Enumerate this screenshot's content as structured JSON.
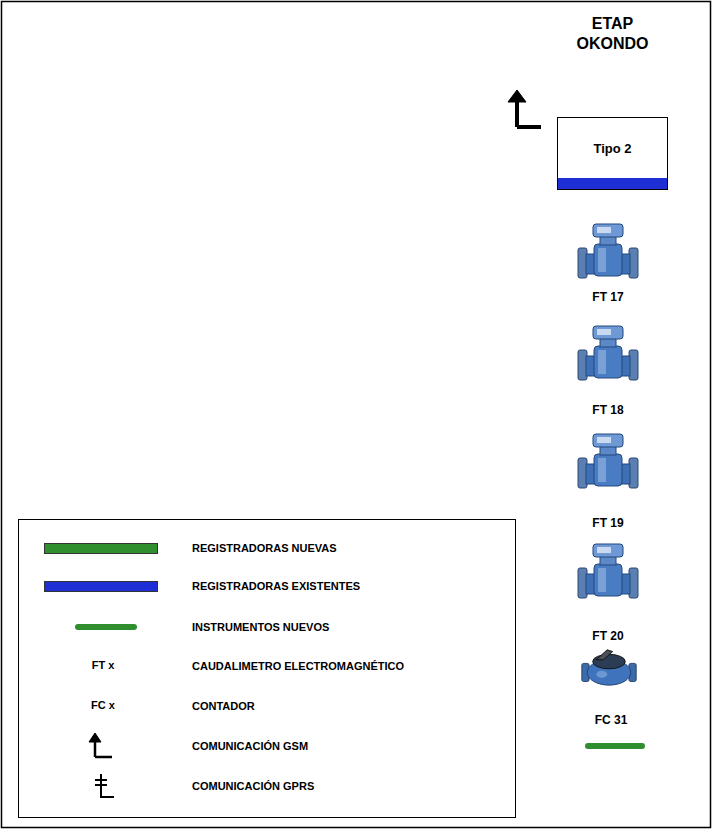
{
  "diagram": {
    "nodes": [
      {
        "text": [
          "ETAP OKONDO",
          "Tipo 2"
        ]
      }
    ],
    "edges": [],
    "labels": [
      "FT 17",
      "FT 18",
      "FT 19",
      "FT 20",
      "FC 31",
      "FT x",
      "FC x"
    ],
    "legend": [
      {
        "text": "REGISTRADORAS NUEVAS",
        "color": "#2f8f2f"
      },
      {
        "text": "REGISTRADORAS EXISTENTES",
        "color": "#1f2fd6"
      },
      {
        "text": "INSTRUMENTOS NUEVOS"
      },
      {
        "text": "CAUDALIMETRO ELECTROMAGNÉTICO"
      },
      {
        "text": "CONTADOR"
      },
      {
        "text": "COMUNICACIÓN GSM"
      },
      {
        "text": "COMUNICACIÓN GPRS"
      }
    ]
  }
}
